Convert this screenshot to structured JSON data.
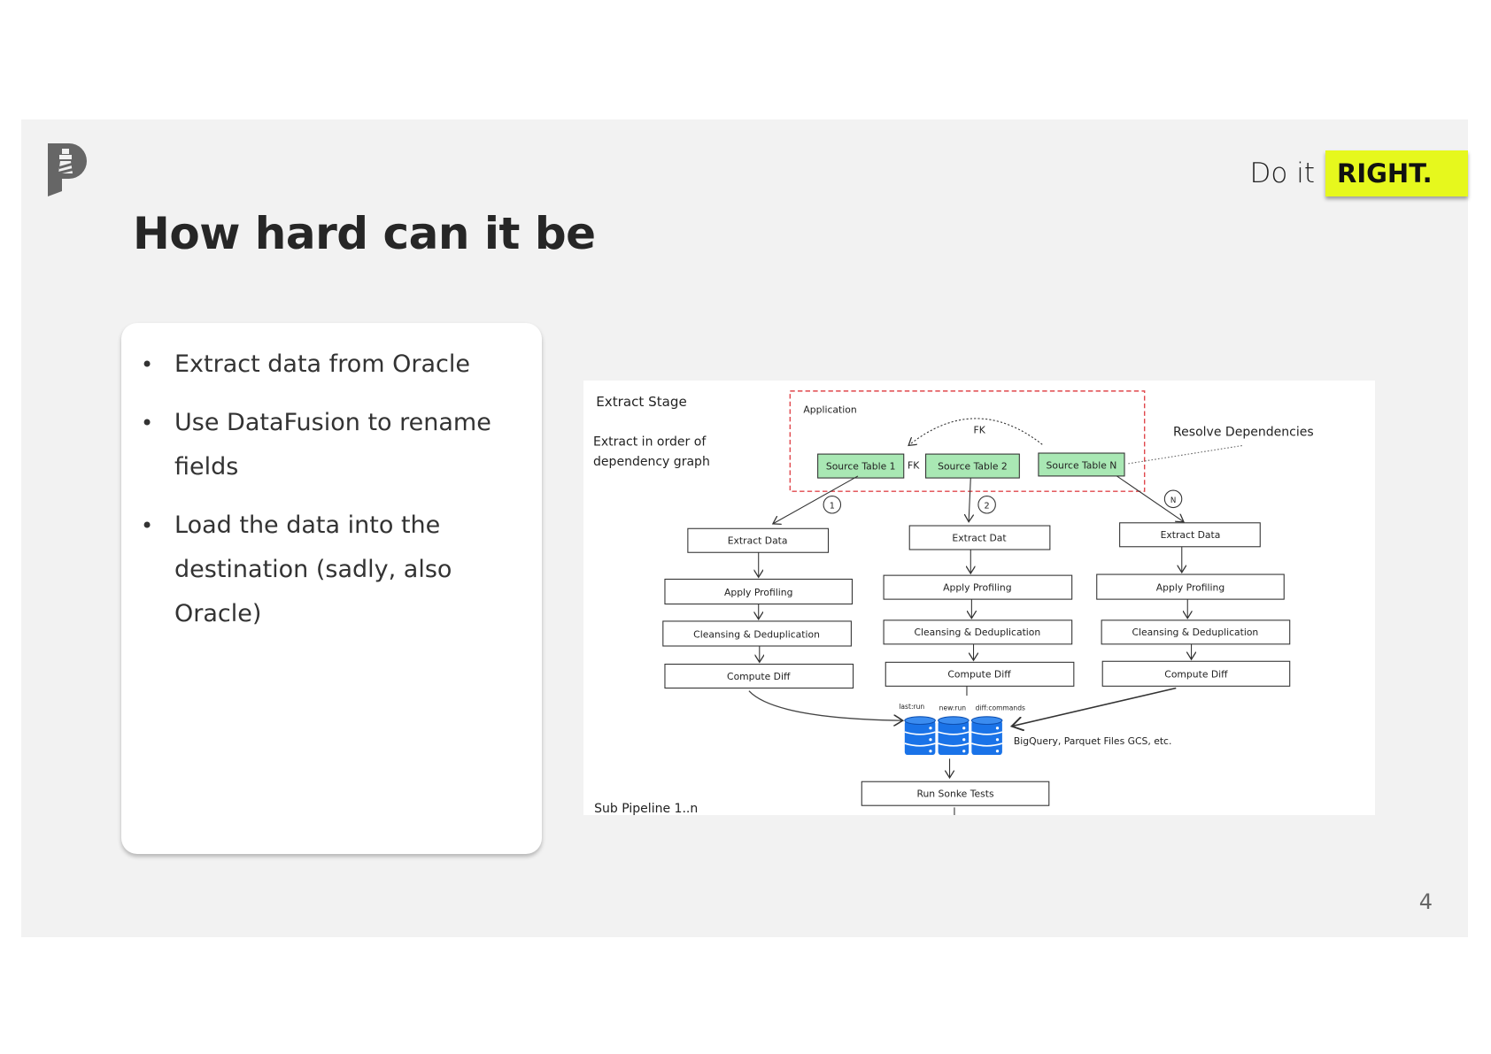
{
  "header": {
    "logo_icon": "lighthouse-p-logo",
    "tagline_prefix": "Do it",
    "tagline_emphasis": "RIGHT.",
    "accent_color": "#e6f81d"
  },
  "title": "How hard can it be",
  "bullets": [
    "Extract data from Oracle",
    "Use DataFusion to rename fields",
    "Load the data into the destination (sadly, also Oracle)"
  ],
  "diagram": {
    "stage_title": "Extract Stage",
    "note_line1": "Extract in order of",
    "note_line2": "dependency graph",
    "group_label": "Application",
    "fk_label": "FK",
    "fk_between_label": "FK",
    "resolve_label": "Resolve Dependencies",
    "sources": [
      "Source Table 1",
      "Source Table 2",
      "Source Table N"
    ],
    "order_markers": [
      "1",
      "2",
      "N"
    ],
    "columns": [
      [
        "Extract Data",
        "Apply Profiling",
        "Cleansing & Deduplication",
        "Compute Diff"
      ],
      [
        "Extract Dat",
        "Apply Profiling",
        "Cleansing & Deduplication",
        "Compute Diff"
      ],
      [
        "Extract Data",
        "Apply Profiling",
        "Cleansing & Deduplication",
        "Compute Diff"
      ]
    ],
    "storage_labels": [
      "last:run",
      "new:run",
      "diff:commands"
    ],
    "storage_caption": "BigQuery, Parquet Files GCS, etc.",
    "smoke_tests": "Run Sonke Tests",
    "sub_pipeline": "Sub Pipeline 1..n",
    "source_color": "#a9e8b4",
    "group_border_color": "#e0474c",
    "db_color": "#1a73e8"
  },
  "page_number": "4"
}
